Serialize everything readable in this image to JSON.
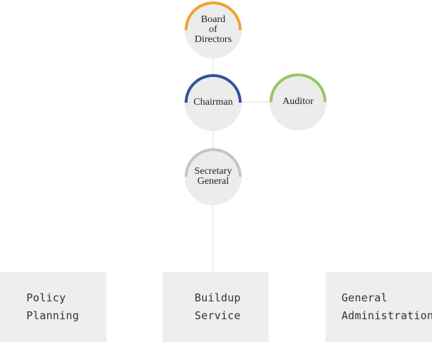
{
  "org_chart": {
    "nodes": {
      "board": {
        "label": "Board\nof\nDirectors",
        "accent": "#f0a32b"
      },
      "chairman": {
        "label": "Chairman",
        "accent": "#2f5399"
      },
      "auditor": {
        "label": "Auditor",
        "accent": "#95c95b"
      },
      "secretary": {
        "label": "Secretary\nGeneral",
        "accent": "#c4c4c4"
      }
    },
    "departments": [
      {
        "label": "Policy\nPlanning"
      },
      {
        "label": "Buildup\nService"
      },
      {
        "label": "General\nAdministration"
      }
    ],
    "colors": {
      "connector": "#dcdcdc",
      "node_fill": "#ececec",
      "box_fill": "#eeeeee"
    }
  }
}
